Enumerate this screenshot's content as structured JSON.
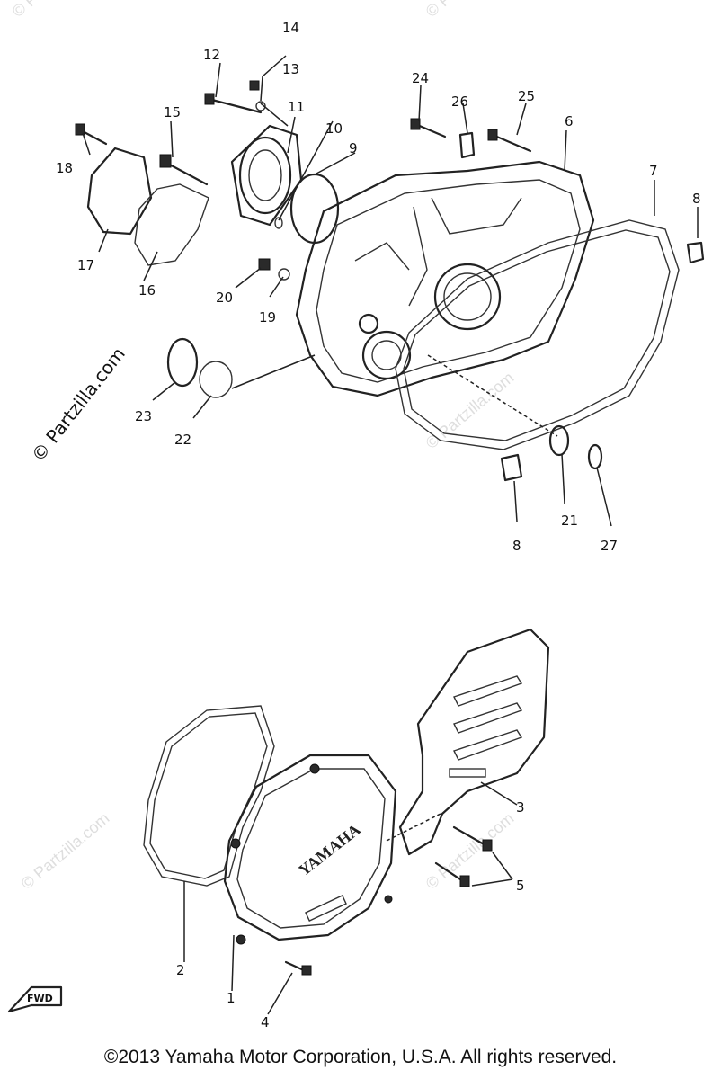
{
  "watermarks": {
    "main": "© Partzilla.com",
    "faint": "© Partzilla.com"
  },
  "brand_label": "YAMAHA",
  "fwd_label": "FWD",
  "callouts": [
    "1",
    "2",
    "3",
    "4",
    "5",
    "6",
    "7",
    "8",
    "8",
    "9",
    "10",
    "11",
    "12",
    "13",
    "14",
    "15",
    "16",
    "17",
    "18",
    "19",
    "20",
    "21",
    "22",
    "23",
    "24",
    "25",
    "26",
    "27"
  ],
  "copyright": "©2013 Yamaha Motor Corporation, U.S.A. All rights reserved."
}
